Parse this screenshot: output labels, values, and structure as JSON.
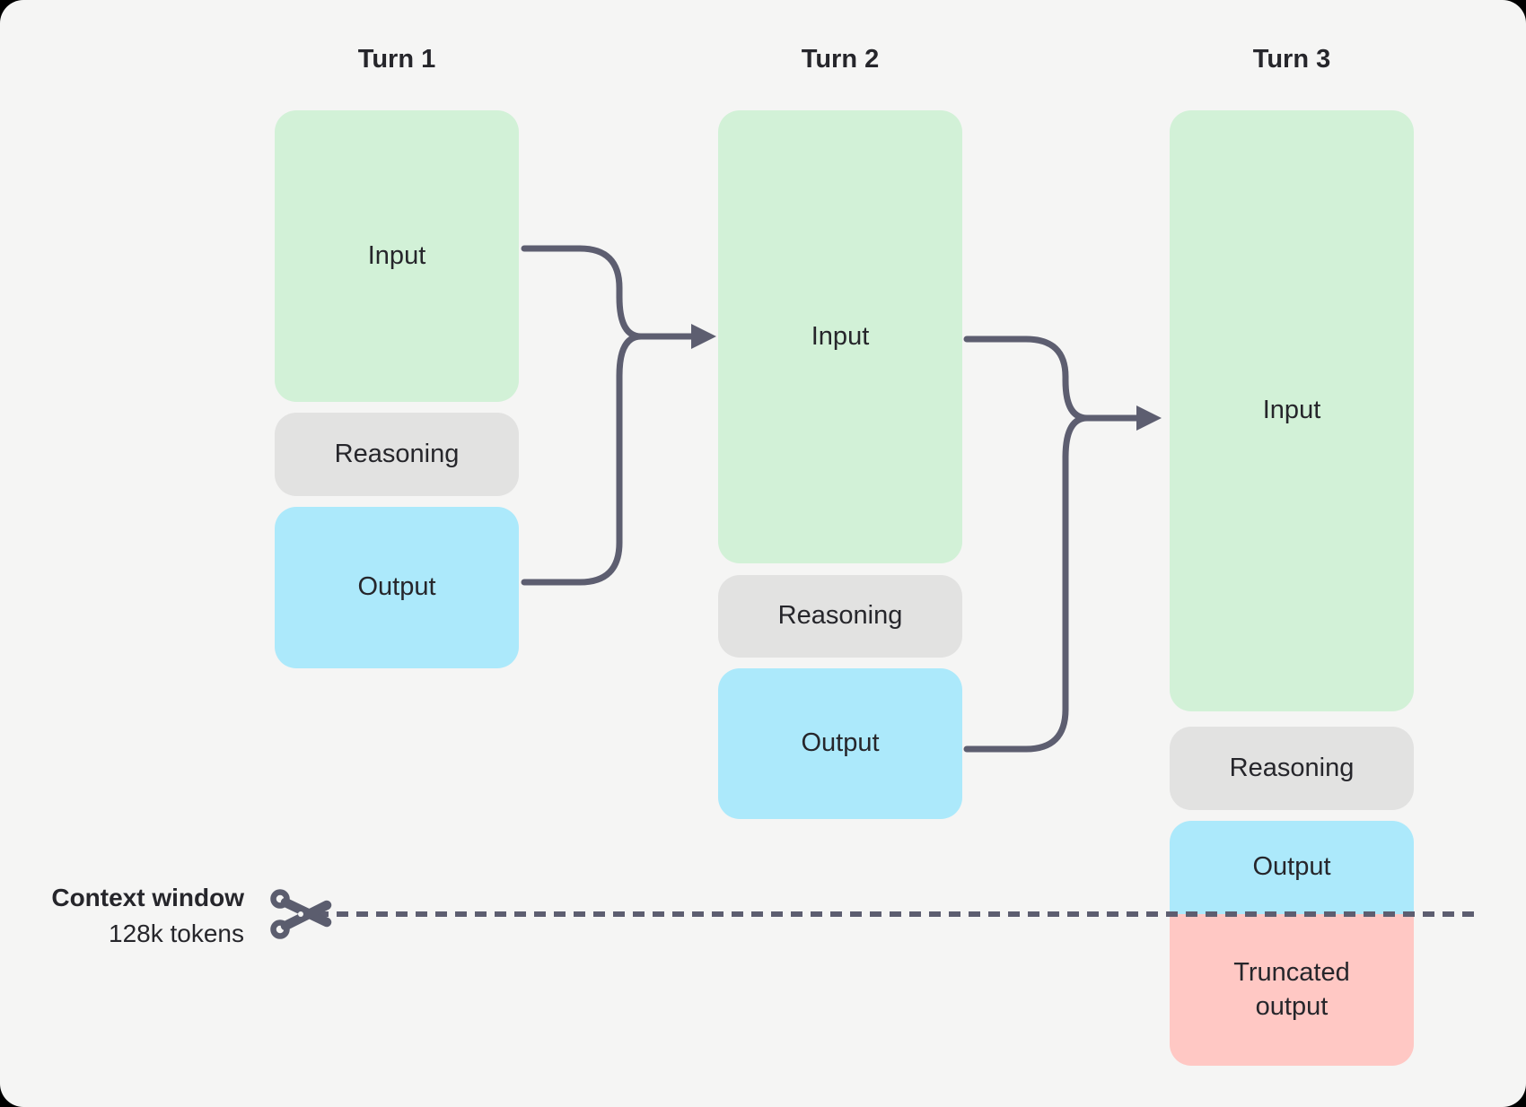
{
  "columns": [
    {
      "label": "Turn 1",
      "boxes": {
        "input": "Input",
        "reasoning": "Reasoning",
        "output": "Output"
      }
    },
    {
      "label": "Turn 2",
      "boxes": {
        "input": "Input",
        "reasoning": "Reasoning",
        "output": "Output"
      }
    },
    {
      "label": "Turn 3",
      "boxes": {
        "input": "Input",
        "reasoning": "Reasoning",
        "output": "Output",
        "truncated": "Truncated output"
      }
    }
  ],
  "context_window": {
    "title": "Context window",
    "subtitle": "128k tokens"
  },
  "icons": {
    "scissors": "scissors-icon"
  },
  "colors": {
    "background": "#f5f5f4",
    "input_green": "#d2f1d7",
    "reasoning_gray": "#e2e2e1",
    "output_blue": "#ace9fb",
    "truncated_red": "#ffc8c4",
    "arrow_slate": "#5d5e70",
    "text_dark": "#26262b"
  }
}
